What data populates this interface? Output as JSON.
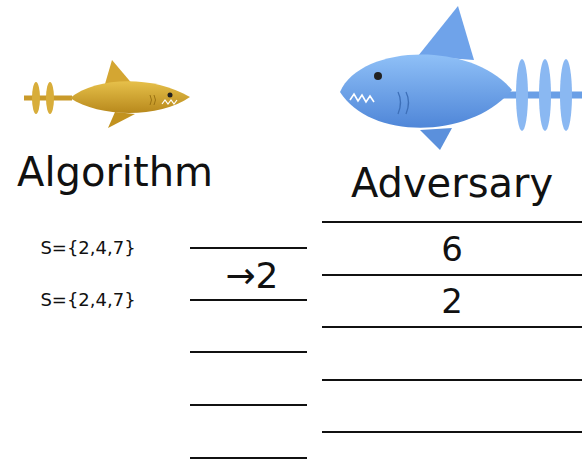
{
  "diagram": {
    "labels": [
      "Algorithm",
      "Adversary",
      "S={2,4,7}",
      "→2",
      "S={2,4,7}",
      "6",
      "2"
    ]
  }
}
